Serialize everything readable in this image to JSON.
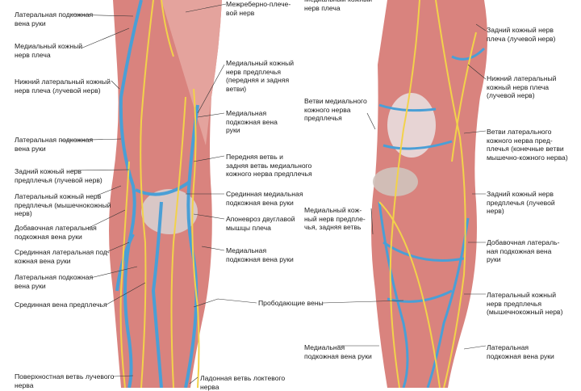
{
  "colors": {
    "muscle": "#d9837e",
    "vein": "#4a9fd6",
    "nerve": "#f2d24a",
    "fascia": "#d8d8d8"
  },
  "left_labels": [
    "Латеральная подкожная\nвена руки",
    "Медиальный кожный\nнерв плеча",
    "Нижний латеральный кожный\nнерв плеча (лучевой нерв)",
    "Латеральная подкожная\nвена руки",
    "Задний кожный нерв\nпредплечья (лучевой нерв)",
    "Латеральный кожный нерв\nпредплечья (мышечнокожный\nнерв)",
    "Добавочная латеральная\nподкожная вена руки",
    "Срединная латеральная под-\nкожная вена руки",
    "Латеральная подкожная\nвена руки",
    "Срединная вена предплечья",
    "Поверхностная ветвь лучевого\nнерва"
  ],
  "middle_labels": [
    "Межреберно-плече-\nвой нерв",
    "Медиальный кожный\nнерв предплечья\n(передняя и задняя\nветви)",
    "Медиальная\nподкожная вена\nруки",
    "Передняя ветвь и\nзадняя ветвь медиального\nкожного нерва предплечья",
    "Срединная медиальная\nподкожная вена руки",
    "Апоневроз двуглавой\nмышцы плеча",
    "Медиальная\nподкожная вена руки",
    "Прободающие вены",
    "Ладонная ветвь локтевого\nнерва"
  ],
  "center_right_labels": [
    "Медиальный кожный\nнерв плеча",
    "Ветви медиального\nкожного нерва\nпредплечья",
    "Медиальный кож-\nный нерв предпле-\nчья, задняя ветвь",
    "Медиальная\nподкожная вена руки"
  ],
  "right_labels": [
    "Задний кожный нерв\nплеча (лучевой нерв)",
    "Нижний латеральный\nкожный нерв плеча\n(лучевой нерв)",
    "Ветви латерального\nкожного нерва пред-\nплечья (конечные ветви\nмышечно-кожного нерва)",
    "Задний кожный нерв\nпредплечья (лучевой\nнерв)",
    "Добавочная латераль-\nная подкожная вена\nруки",
    "Латеральный кожный\nнерв предплечья\n(мышечнокожный нерв)",
    "Латеральная\nподкожная вена руки"
  ]
}
